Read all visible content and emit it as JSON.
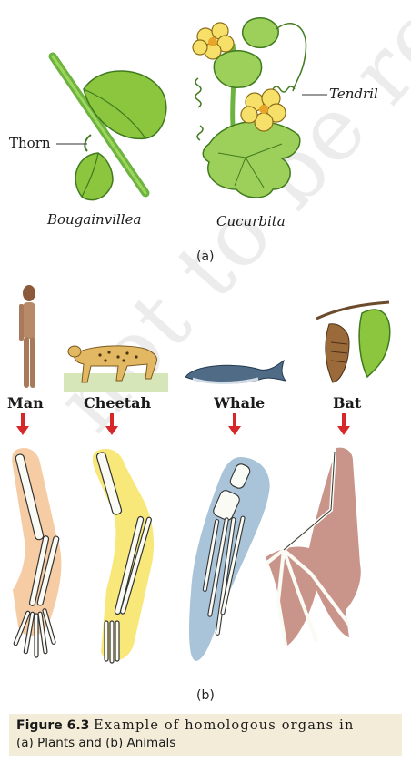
{
  "plants": {
    "thorn_label": "Thorn",
    "tendril_label": "Tendril",
    "bougainvillea_label": "Bougainvillea",
    "cucurbita_label": "Cucurbita",
    "panel_label": "(a)"
  },
  "animals": {
    "items": [
      {
        "label": "Man"
      },
      {
        "label": "Cheetah"
      },
      {
        "label": "Whale"
      },
      {
        "label": "Bat"
      }
    ],
    "panel_label": "(b)"
  },
  "caption": {
    "figure_label": "Figure 6.3",
    "text_line1": "Example of homologous organs in",
    "text_line2": "(a) Plants and (b) Animals"
  },
  "watermark": "not to be republished",
  "colors": {
    "leaf_green": "#8cc63f",
    "stem_green": "#6cb33f",
    "flower_yellow": "#f7e06a",
    "arrow_red": "#d6282b",
    "man_arm_bg": "#f5c79a",
    "cheetah_arm_bg": "#f7e46a",
    "whale_fin_bg": "#a9c4d8",
    "bat_wing_bg": "#c9958a",
    "caption_bg": "#f3ecd9"
  }
}
